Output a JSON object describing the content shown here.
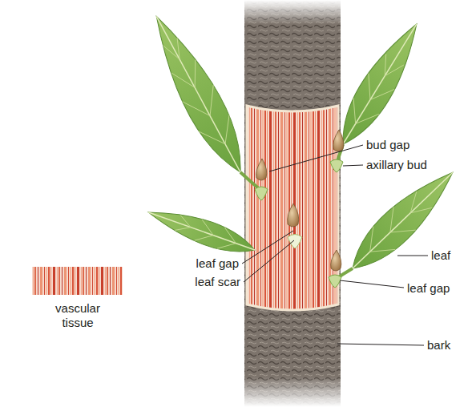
{
  "diagram": {
    "labels": [
      "bud gap",
      "axillary bud",
      "leaf gap",
      "leaf",
      "leaf scar",
      "leaf gap",
      "bark"
    ],
    "legend": [
      {
        "text": "vascular tissue"
      }
    ]
  }
}
